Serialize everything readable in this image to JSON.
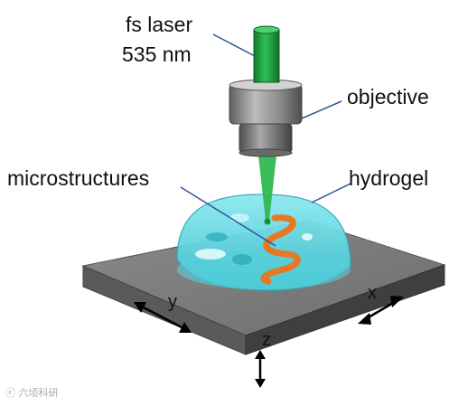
{
  "labels": {
    "laser_line1": "fs laser",
    "laser_line2": "535 nm",
    "objective": "objective",
    "microstructures": "microstructures",
    "hydrogel": "hydrogel"
  },
  "axes": {
    "x": "x",
    "y": "y",
    "z": "z"
  },
  "colors": {
    "laser": "#1a9a3e",
    "beam": "#2fb84f",
    "objective": "#8e8e8e",
    "hydrogel": "#5fd6e0",
    "microstructure": "#e87722",
    "substrate_top": "#7b7b7b",
    "leader_line": "#2f5597"
  }
}
